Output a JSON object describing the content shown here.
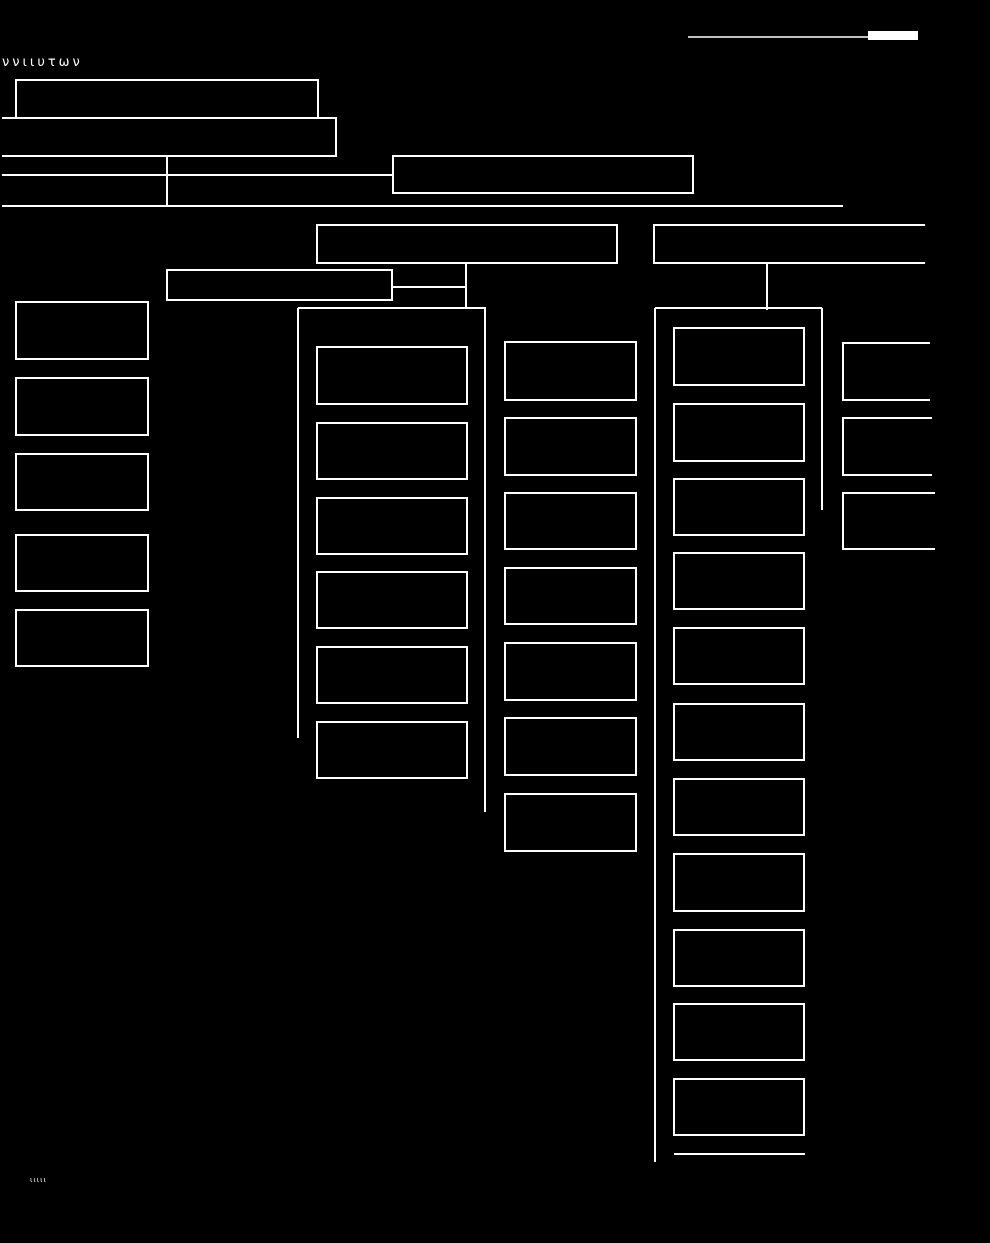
{
  "header": {
    "faint_text": "ννιιυτων"
  },
  "footer": {
    "faint_text": "ιιιιι"
  },
  "colors": {
    "background": "#000000",
    "stroke": "#ffffff"
  },
  "diagram": {
    "type": "organization-chart",
    "box_labels_visible": false,
    "top_level_boxes": 5,
    "branches": [
      {
        "name": "",
        "box_count": 5
      },
      {
        "name": "",
        "box_count": 6
      },
      {
        "name": "",
        "box_count": 7
      },
      {
        "name": "",
        "box_count": 11
      },
      {
        "name": "",
        "box_count": 3
      }
    ]
  }
}
